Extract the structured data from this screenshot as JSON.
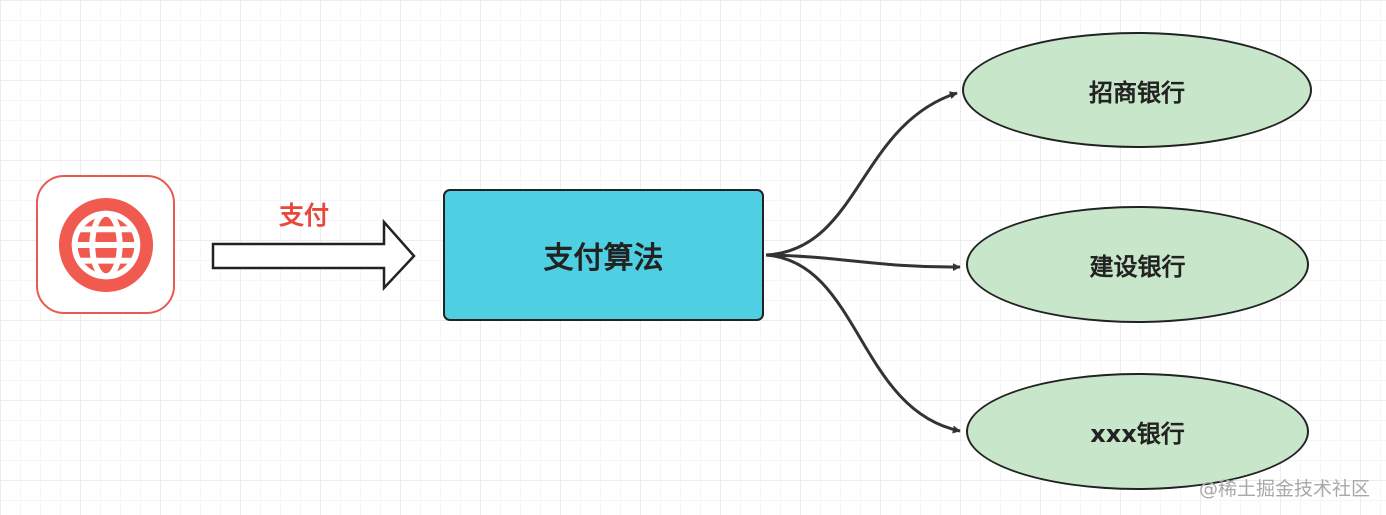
{
  "diagram": {
    "pay_arrow_label": "支付",
    "algorithm_label": "支付算法",
    "banks": [
      {
        "label": "招商银行"
      },
      {
        "label": "建设银行"
      },
      {
        "label": "xxx银行"
      }
    ],
    "watermark": "@稀土掘金技术社区"
  },
  "colors": {
    "web_icon": "#f05a4f",
    "pay_label": "#e8483a",
    "algorithm_fill": "#4fcfe2",
    "bank_fill": "#c8e6c9",
    "stroke": "#222222"
  },
  "icons": {
    "source": "globe-icon"
  }
}
